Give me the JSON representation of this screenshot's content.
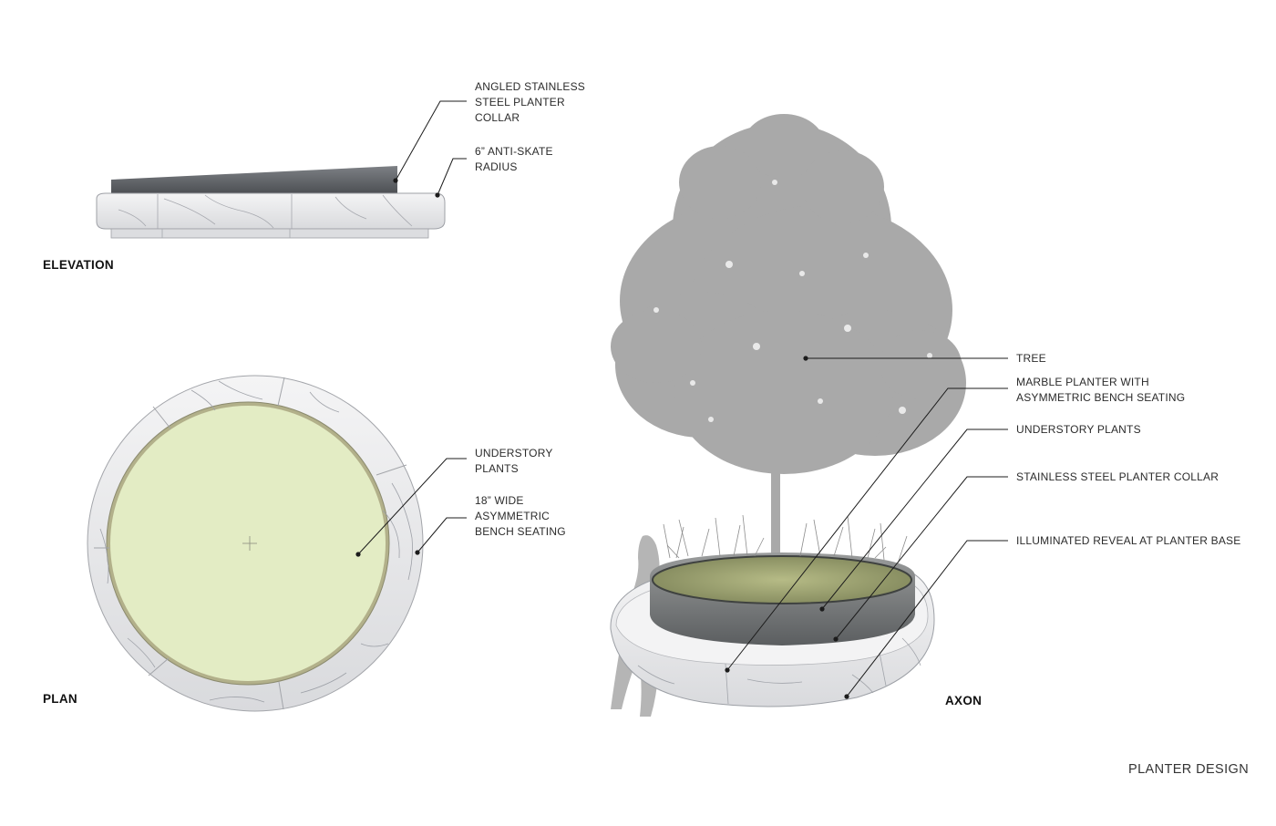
{
  "views": {
    "elevation": "ELEVATION",
    "plan": "PLAN",
    "axon": "AXON"
  },
  "sheet_title": "PLANTER DESIGN",
  "elevation_callouts": {
    "collar": [
      "ANGLED STAINLESS",
      "STEEL PLANTER",
      "COLLAR"
    ],
    "radius": [
      "6” ANTI-SKATE",
      "RADIUS"
    ]
  },
  "plan_callouts": {
    "plants": [
      "UNDERSTORY",
      "PLANTS"
    ],
    "bench": [
      "18” WIDE",
      "ASYMMETRIC",
      "BENCH SEATING"
    ]
  },
  "axon_callouts": {
    "tree": [
      "TREE"
    ],
    "marble": [
      "MARBLE PLANTER WITH",
      "ASYMMETRIC BENCH SEATING"
    ],
    "plants": [
      "UNDERSTORY PLANTS"
    ],
    "collar": [
      "STAINLESS STEEL PLANTER COLLAR"
    ],
    "reveal": [
      "ILLUMINATED REVEAL AT PLANTER BASE"
    ]
  },
  "colors": {
    "marble": "#ecedee",
    "marble_vein": "#9a9ca3",
    "steel": "#5c5f63",
    "planting": "#e3ecc4",
    "tree": "#a9a9a9"
  },
  "icons": [
    "tree-silhouette",
    "person-silhouette",
    "grass-tufts"
  ]
}
